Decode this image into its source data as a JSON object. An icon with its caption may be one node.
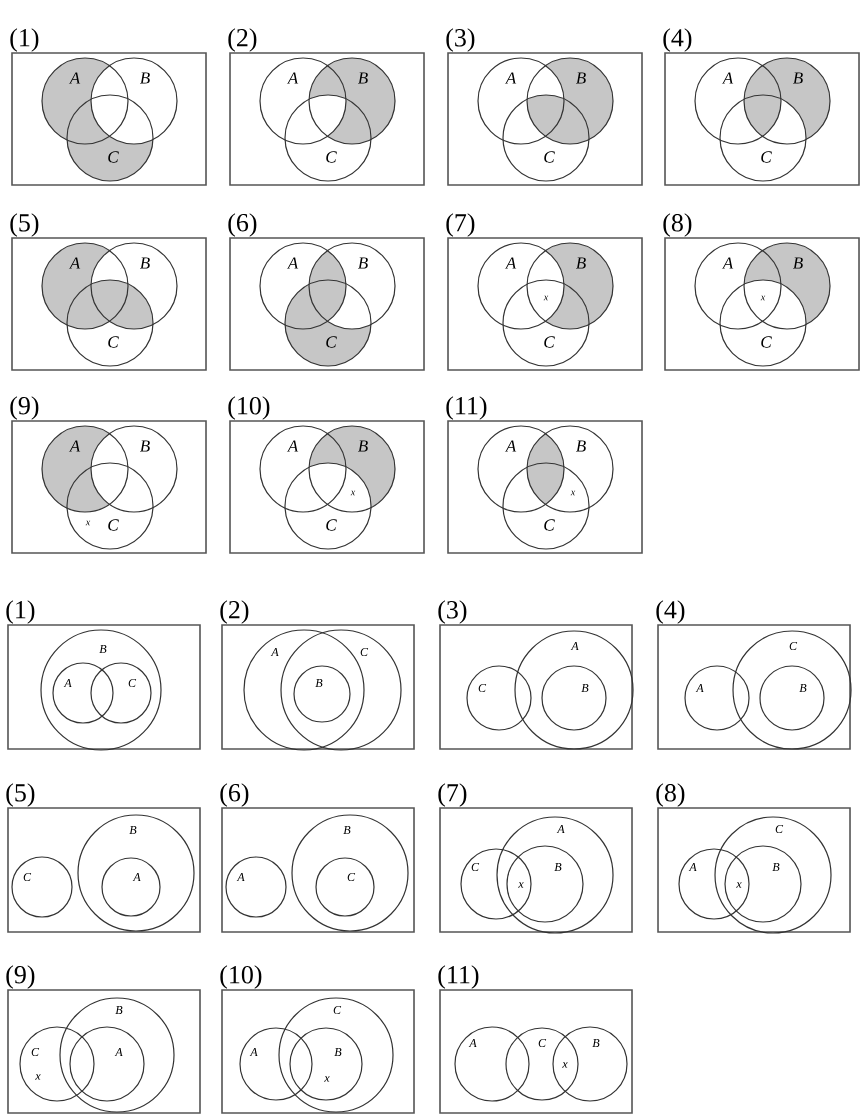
{
  "diagram": {
    "nodes": [
      {
        "text": [
          "(1)"
        ]
      },
      {
        "text": [
          "A"
        ],
        "in": 0
      },
      {
        "text": [
          "B"
        ],
        "in": 0
      },
      {
        "text": [
          "C"
        ],
        "in": 0
      },
      {
        "text": [
          "(2)"
        ]
      },
      {
        "text": [
          "A"
        ],
        "in": 4
      },
      {
        "text": [
          "B"
        ],
        "in": 4
      },
      {
        "text": [
          "C"
        ],
        "in": 4
      },
      {
        "text": [
          "(3)"
        ]
      },
      {
        "text": [
          "A"
        ],
        "in": 8
      },
      {
        "text": [
          "B"
        ],
        "in": 8
      },
      {
        "text": [
          "C"
        ],
        "in": 8
      },
      {
        "text": [
          "(4)"
        ]
      },
      {
        "text": [
          "A"
        ],
        "in": 12
      },
      {
        "text": [
          "B"
        ],
        "in": 12
      },
      {
        "text": [
          "C"
        ],
        "in": 12
      },
      {
        "text": [
          "(5)"
        ]
      },
      {
        "text": [
          "A"
        ],
        "in": 16
      },
      {
        "text": [
          "B"
        ],
        "in": 16
      },
      {
        "text": [
          "C"
        ],
        "in": 16
      },
      {
        "text": [
          "(6)"
        ]
      },
      {
        "text": [
          "A"
        ],
        "in": 20
      },
      {
        "text": [
          "B"
        ],
        "in": 20
      },
      {
        "text": [
          "C"
        ],
        "in": 20
      },
      {
        "text": [
          "(7)"
        ]
      },
      {
        "text": [
          "A"
        ],
        "in": 24
      },
      {
        "text": [
          "B"
        ],
        "in": 24
      },
      {
        "text": [
          "C"
        ],
        "in": 24
      },
      {
        "text": [
          "(8)"
        ]
      },
      {
        "text": [
          "A"
        ],
        "in": 28
      },
      {
        "text": [
          "B"
        ],
        "in": 28
      },
      {
        "text": [
          "C"
        ],
        "in": 28
      },
      {
        "text": [
          "(9)"
        ]
      },
      {
        "text": [
          "A"
        ],
        "in": 32
      },
      {
        "text": [
          "B"
        ],
        "in": 32
      },
      {
        "text": [
          "C"
        ],
        "in": 32
      },
      {
        "text": [
          "(10)"
        ]
      },
      {
        "text": [
          "A"
        ],
        "in": 36
      },
      {
        "text": [
          "B"
        ],
        "in": 36
      },
      {
        "text": [
          "C"
        ],
        "in": 36
      },
      {
        "text": [
          "(11)"
        ]
      },
      {
        "text": [
          "A"
        ],
        "in": 40
      },
      {
        "text": [
          "B"
        ],
        "in": 40
      },
      {
        "text": [
          "C"
        ],
        "in": 40
      },
      {
        "text": [
          "(1)"
        ]
      },
      {
        "text": [
          "B"
        ],
        "in": 44
      },
      {
        "text": [
          "A"
        ],
        "in": 45
      },
      {
        "text": [
          "C"
        ],
        "in": 45
      },
      {
        "text": [
          "(2)"
        ]
      },
      {
        "text": [
          "A"
        ],
        "in": 48
      },
      {
        "text": [
          "C"
        ],
        "in": 48
      },
      {
        "text": [
          "B"
        ]
      },
      {
        "text": [
          "(3)"
        ]
      },
      {
        "text": [
          "A"
        ],
        "in": 52
      },
      {
        "text": [
          "C"
        ],
        "in": 52
      },
      {
        "text": [
          "B"
        ],
        "in": 53
      },
      {
        "text": [
          "(4)"
        ]
      },
      {
        "text": [
          "C"
        ],
        "in": 56
      },
      {
        "text": [
          "A"
        ],
        "in": 56
      },
      {
        "text": [
          "B"
        ],
        "in": 57
      },
      {
        "text": [
          "(5)"
        ]
      },
      {
        "text": [
          "B"
        ],
        "in": 60
      },
      {
        "text": [
          "C"
        ],
        "in": 60
      },
      {
        "text": [
          "A"
        ],
        "in": 61
      },
      {
        "text": [
          "(6)"
        ]
      },
      {
        "text": [
          "B"
        ],
        "in": 64
      },
      {
        "text": [
          "A"
        ],
        "in": 64
      },
      {
        "text": [
          "C"
        ],
        "in": 65
      },
      {
        "text": [
          "(7)"
        ]
      },
      {
        "text": [
          "A"
        ],
        "in": 68
      },
      {
        "text": [
          "C"
        ],
        "in": 68
      },
      {
        "text": [
          "B"
        ],
        "in": 69
      },
      {
        "text": [
          "(8)"
        ]
      },
      {
        "text": [
          "C"
        ],
        "in": 72
      },
      {
        "text": [
          "A"
        ],
        "in": 72
      },
      {
        "text": [
          "B"
        ],
        "in": 73
      },
      {
        "text": [
          "(9)"
        ]
      },
      {
        "text": [
          "B"
        ],
        "in": 76
      },
      {
        "text": [
          "C"
        ],
        "in": 76
      },
      {
        "text": [
          "A"
        ],
        "in": 77
      },
      {
        "text": [
          "(10)"
        ]
      },
      {
        "text": [
          "C"
        ],
        "in": 80
      },
      {
        "text": [
          "A"
        ],
        "in": 80
      },
      {
        "text": [
          "B"
        ],
        "in": 81
      },
      {
        "text": [
          "(11)"
        ]
      },
      {
        "text": [
          "A"
        ],
        "in": 84
      },
      {
        "text": [
          "C"
        ],
        "in": 84
      },
      {
        "text": [
          "B"
        ],
        "in": 84
      }
    ],
    "labels": [
      "x",
      "x",
      "x",
      "x",
      "x",
      "x",
      "x",
      "x",
      "x",
      "x"
    ]
  }
}
